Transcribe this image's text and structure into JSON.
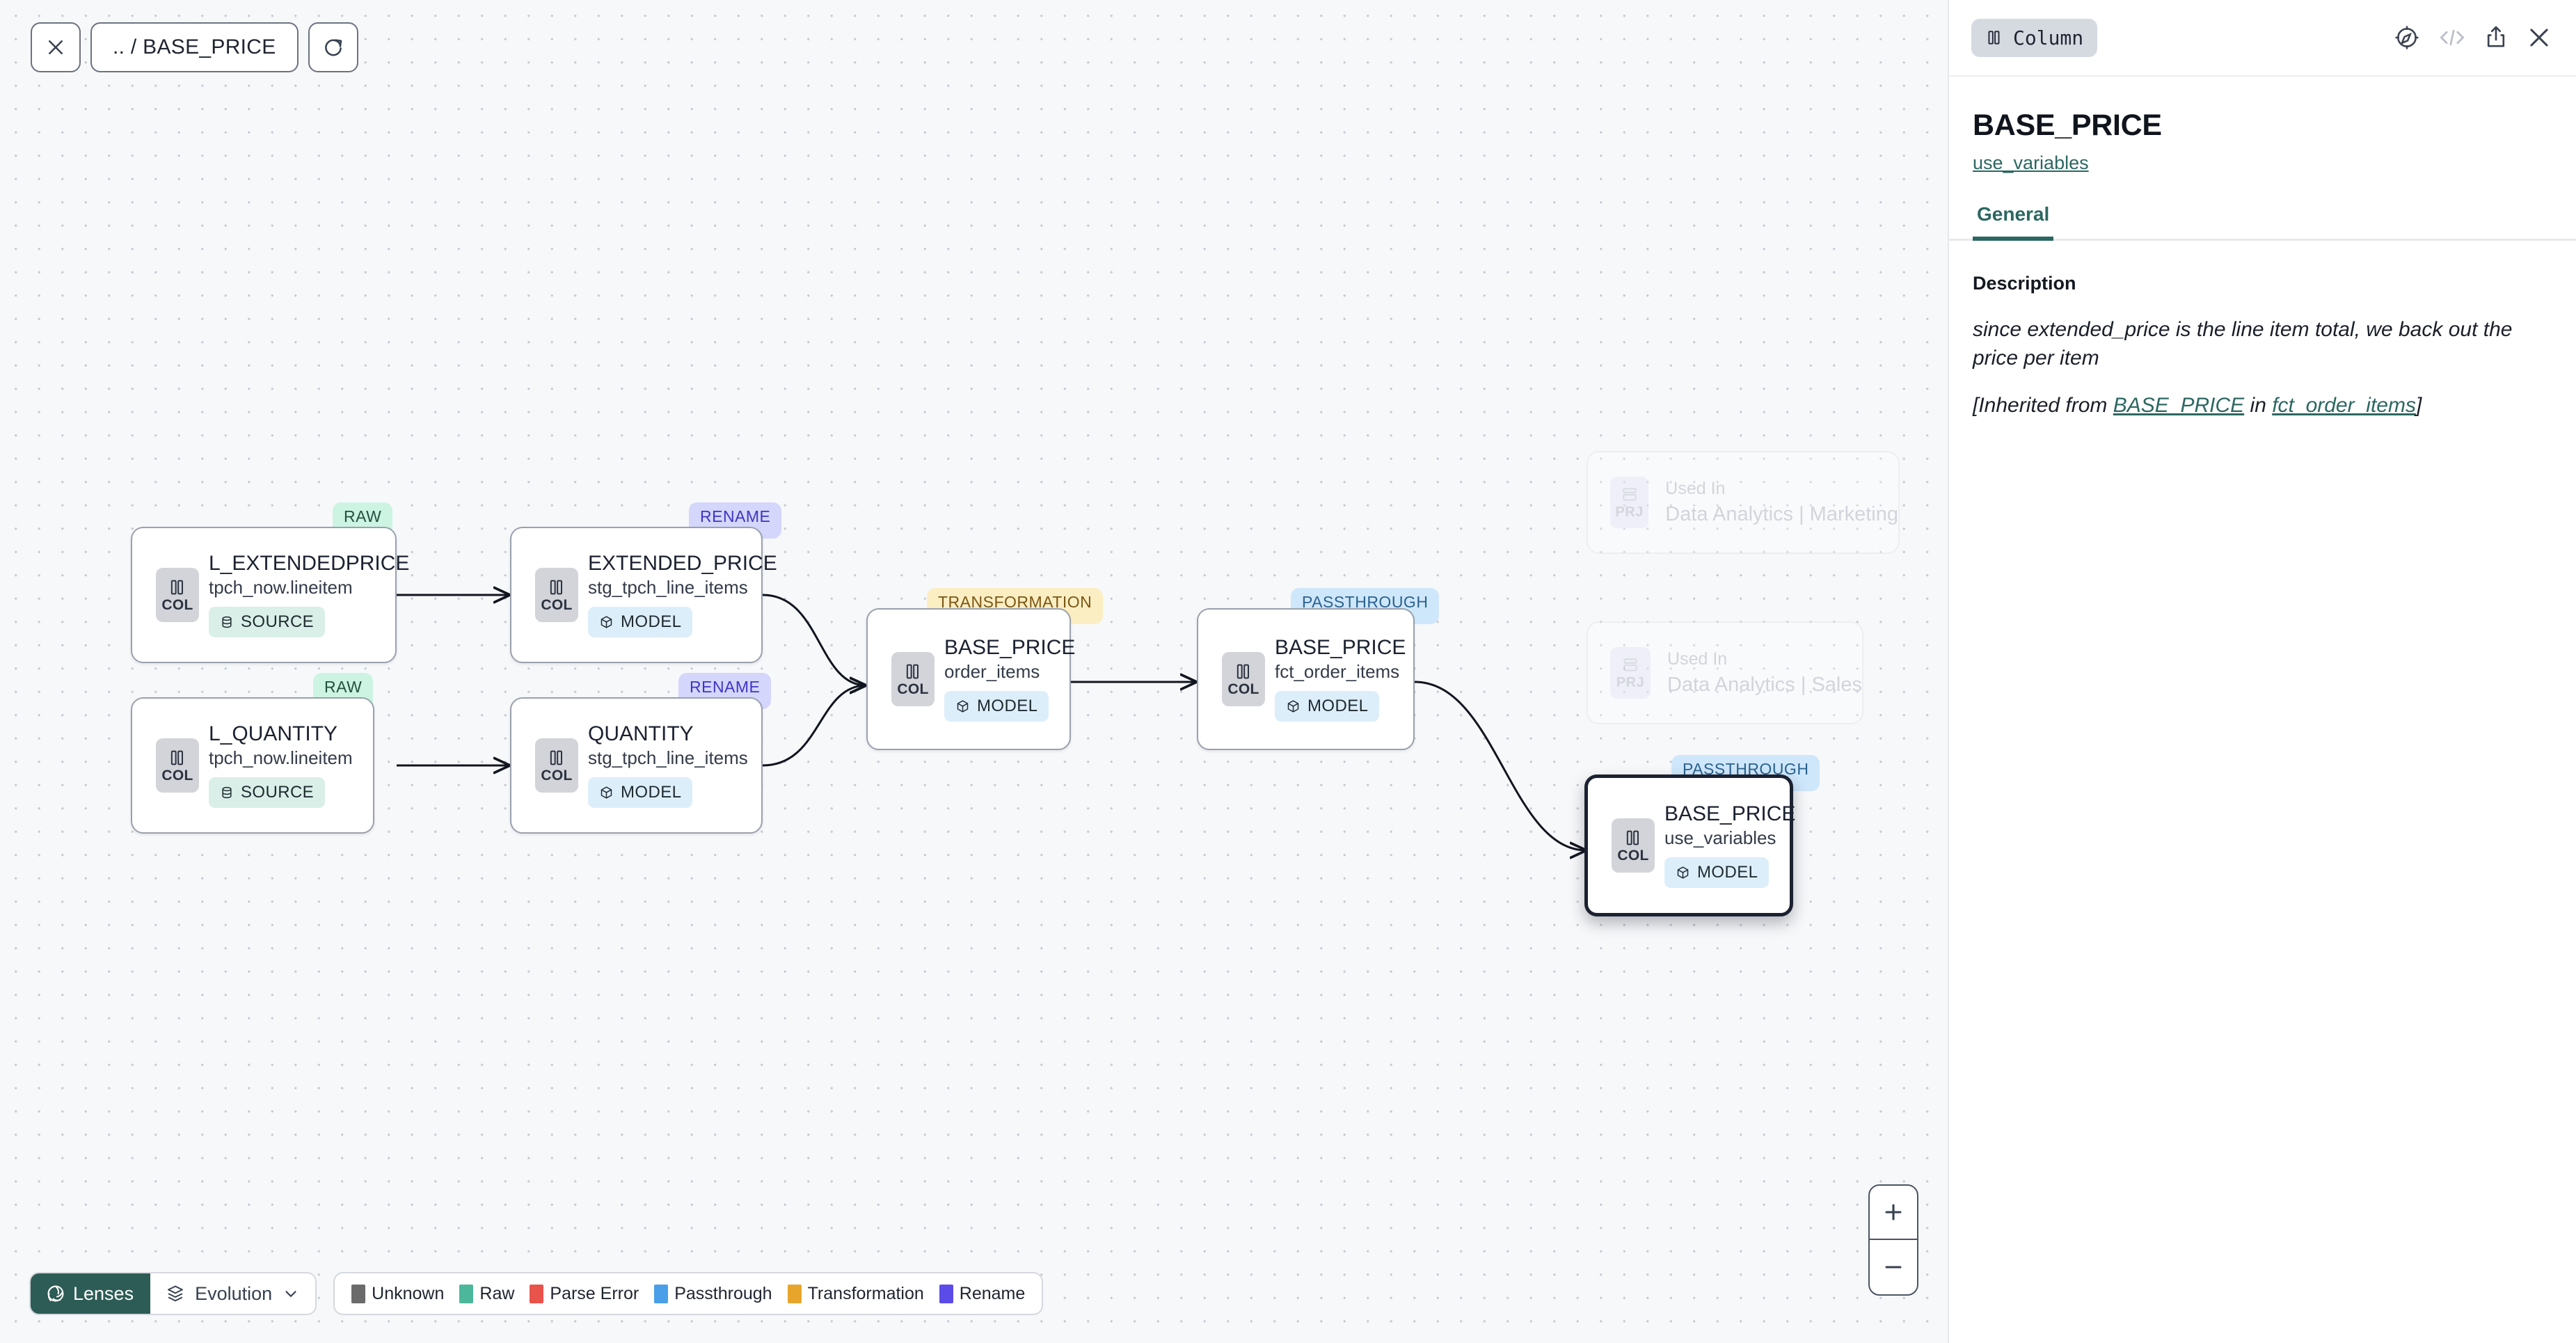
{
  "toolbar": {
    "close_label": "close-icon",
    "breadcrumb": ".. / BASE_PRICE",
    "refresh_label": "refresh-icon"
  },
  "graph": {
    "nodes": [
      {
        "id": "l_extendedprice",
        "badge": "RAW",
        "badge_kind": "raw",
        "icon": "COL",
        "title": "L_EXTENDEDPRICE",
        "subtitle": "tpch_now.lineitem",
        "tag": "SOURCE",
        "tag_kind": "source",
        "selected": false
      },
      {
        "id": "extended_price",
        "badge": "RENAME",
        "badge_kind": "rename",
        "icon": "COL",
        "title": "EXTENDED_PRICE",
        "subtitle": "stg_tpch_line_items",
        "tag": "MODEL",
        "tag_kind": "model",
        "selected": false
      },
      {
        "id": "l_quantity",
        "badge": "RAW",
        "badge_kind": "raw",
        "icon": "COL",
        "title": "L_QUANTITY",
        "subtitle": "tpch_now.lineitem",
        "tag": "SOURCE",
        "tag_kind": "source",
        "selected": false
      },
      {
        "id": "quantity",
        "badge": "RENAME",
        "badge_kind": "rename",
        "icon": "COL",
        "title": "QUANTITY",
        "subtitle": "stg_tpch_line_items",
        "tag": "MODEL",
        "tag_kind": "model",
        "selected": false
      },
      {
        "id": "base_price_oi",
        "badge": "TRANSFORMATION",
        "badge_kind": "transformation",
        "icon": "COL",
        "title": "BASE_PRICE",
        "subtitle": "order_items",
        "tag": "MODEL",
        "tag_kind": "model",
        "selected": false
      },
      {
        "id": "base_price_foi",
        "badge": "PASSTHROUGH",
        "badge_kind": "passthrough",
        "icon": "COL",
        "title": "BASE_PRICE",
        "subtitle": "fct_order_items",
        "tag": "MODEL",
        "tag_kind": "model",
        "selected": false
      },
      {
        "id": "base_price_uv",
        "badge": "PASSTHROUGH",
        "badge_kind": "passthrough",
        "icon": "COL",
        "title": "BASE_PRICE",
        "subtitle": "use_variables",
        "tag": "MODEL",
        "tag_kind": "model",
        "selected": true
      }
    ],
    "used_in": [
      {
        "id": "used-marketing",
        "icon": "PRJ",
        "line1": "Used In",
        "line2": "Data Analytics | Marketing"
      },
      {
        "id": "used-sales",
        "icon": "PRJ",
        "line1": "Used In",
        "line2": "Data Analytics | Sales"
      }
    ],
    "zoom_in": "+",
    "zoom_out": "−"
  },
  "bottom_bar": {
    "lenses_label": "Lenses",
    "evolution_label": "Evolution",
    "legend": [
      {
        "label": "Unknown",
        "color": "#6b6b6b"
      },
      {
        "label": "Raw",
        "color": "#4cb79a"
      },
      {
        "label": "Parse Error",
        "color": "#e8534b"
      },
      {
        "label": "Passthrough",
        "color": "#4a9fe8"
      },
      {
        "label": "Transformation",
        "color": "#e8a52b"
      },
      {
        "label": "Rename",
        "color": "#5b4be8"
      }
    ]
  },
  "panel": {
    "type_chip": "Column",
    "icons": [
      "compass-icon",
      "code-icon",
      "share-icon",
      "close-icon"
    ],
    "title": "BASE_PRICE",
    "model_link": "use_variables",
    "tabs": [
      {
        "label": "General",
        "active": true
      }
    ],
    "description_label": "Description",
    "description_text": "since extended_price is the line item total, we back out the price per item",
    "inherited_prefix": "[Inherited from ",
    "inherited_link_1": "BASE_PRICE",
    "inherited_mid": " in ",
    "inherited_link_2": "fct_order_items",
    "inherited_suffix": "]"
  },
  "colors": {
    "accent": "#2c6761",
    "lenses_bg": "#2c5c55",
    "canvas_bg": "#f7f8fa"
  }
}
